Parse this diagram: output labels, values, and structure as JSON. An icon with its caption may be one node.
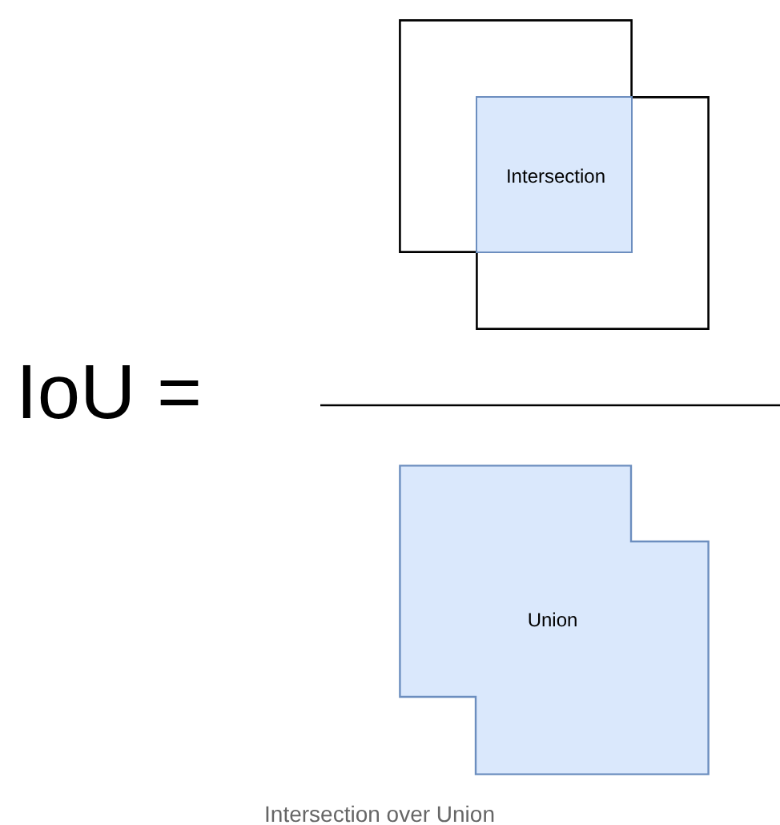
{
  "diagram": {
    "caption": "Intersection over Union",
    "nodes": [
      {
        "text": [],
        "shape": "box"
      },
      {
        "text": [],
        "shape": "box"
      },
      {
        "text": [
          "Intersection"
        ]
      },
      {
        "text": [
          "Union"
        ]
      }
    ],
    "labels": [
      "IoU ="
    ]
  }
}
